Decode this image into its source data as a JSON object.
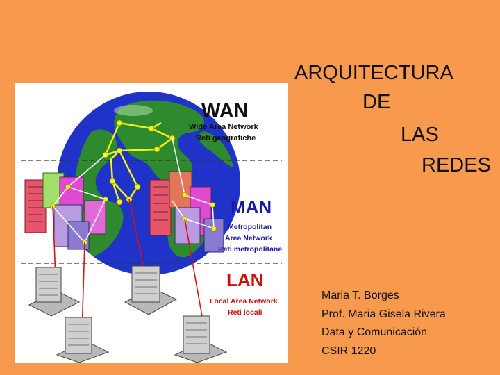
{
  "title": {
    "lines": [
      "ARQUITECTURA",
      "DE",
      "LAS",
      "REDES"
    ]
  },
  "credits": [
    "Maria T. Borges",
    "Prof. Maria Gisela Rivera",
    "Data  y  Comunicación",
    "CSIR 1220"
  ],
  "diagram": {
    "wan": {
      "title": "WAN",
      "line1": "Wide Area Network",
      "line2": "Reti geografiche"
    },
    "man": {
      "title": "MAN",
      "line1": "Metropolitan",
      "line2": "Area Network",
      "line3": "Reti metropolitane"
    },
    "lan": {
      "title": "LAN",
      "line1": "Local Area Network",
      "line2": "Reti locali"
    }
  },
  "colors": {
    "background": "#f79a4e",
    "ocean": "#1f33c8",
    "land": "#2f8a2f",
    "wan_link": "#f2f21a",
    "lan_link": "#d21414",
    "lan_title": "#cc1010",
    "man_title": "#1a1aa6"
  }
}
